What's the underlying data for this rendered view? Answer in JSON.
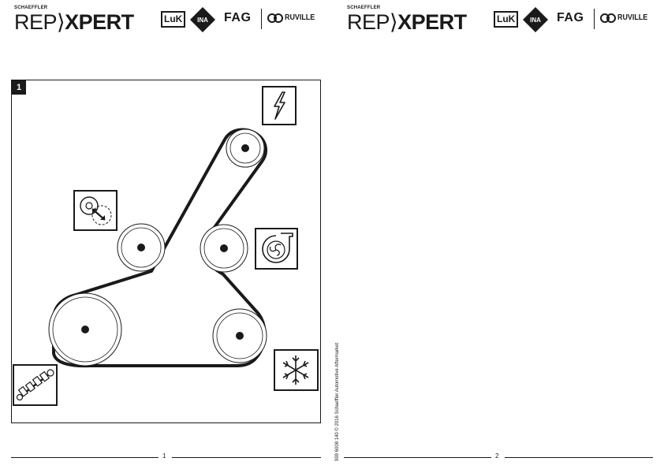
{
  "header": {
    "left": {
      "company": "SCHAEFFLER",
      "rep": "REP",
      "xpert": "XPERT",
      "luk": "LuK",
      "ina": "INA",
      "fag": "FAG",
      "ruville": "RUVILLE"
    },
    "right": {
      "company": "SCHAEFFLER",
      "rep": "REP",
      "xpert": "XPERT",
      "luk": "LuK",
      "ina": "INA",
      "fag": "FAG",
      "ruville": "RUVILLE"
    }
  },
  "figure": {
    "number": "1",
    "icons": [
      "alternator-icon",
      "tensioner-icon",
      "water-pump-icon",
      "ac-compressor-icon",
      "crankshaft-icon"
    ]
  },
  "side_note": "999 6008 140 © 2016 Schaeffler Automotive Aftermarket",
  "footer": {
    "page1": "1",
    "page2": "2"
  }
}
